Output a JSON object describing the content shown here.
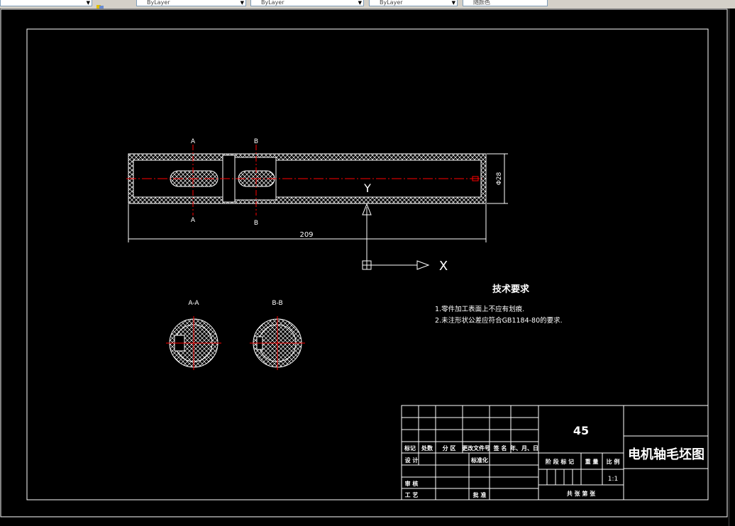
{
  "toolbar": {
    "combos": [
      {
        "value": ""
      },
      {
        "value": "ByLayer"
      },
      {
        "value": "ByLayer"
      },
      {
        "value": "ByLayer"
      },
      {
        "value": "随颜色"
      }
    ]
  },
  "drawing": {
    "section_marks": {
      "a_top": "A",
      "a_bottom": "A",
      "b_top": "B",
      "b_bottom": "B"
    },
    "dimension_length": "209",
    "dimension_diameter": "Φ28",
    "ucs_x": "X",
    "ucs_y": "Y",
    "section_a_label": "A-A",
    "section_b_label": "B-B",
    "tech_title": "技术要求",
    "tech_items": [
      "1.零件加工表面上不应有划痕.",
      "2.未注形状公差应符合GB1184-80的要求."
    ]
  },
  "title_block": {
    "material": "45",
    "part_name": "电机轴毛坯图",
    "scale": "1:1",
    "row_headers": [
      "标记",
      "处数",
      "分 区",
      "更改文件号",
      "签 名",
      "年、月、日"
    ],
    "design": "设 计",
    "standardization": "标准化",
    "review": "审 核",
    "process": "工 艺",
    "approve": "批 准",
    "stage_mark": "阶 段 标 记",
    "weight": "重 量",
    "ratio": "比 例",
    "sheets": "共   张 第   张"
  },
  "colors": {
    "background": "#000000",
    "lines": "#ffffff",
    "center_lines": "#ff0000"
  }
}
